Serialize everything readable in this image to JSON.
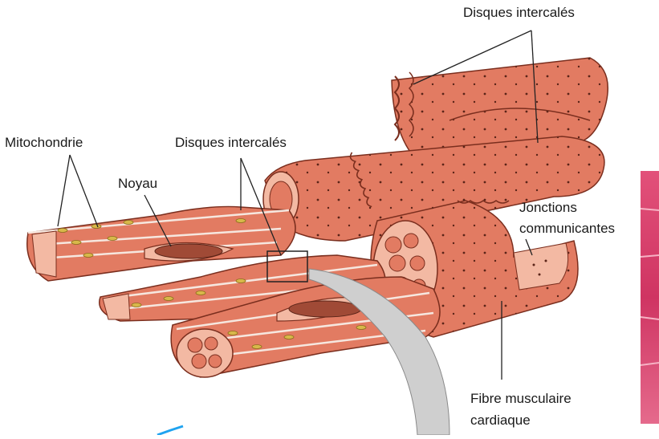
{
  "labels": {
    "disques_top": "Disques intercalés",
    "mitochondrie": "Mitochondrie",
    "disques_mid": "Disques intercalés",
    "noyau": "Noyau",
    "jonctions_line1": "Jonctions",
    "jonctions_line2": "communicantes",
    "fibre_line1": "Fibre musculaire",
    "fibre_line2": "cardiaque"
  },
  "colors": {
    "muscle": "#e27b62",
    "muscle_dark": "#b8523c",
    "muscle_light": "#f3b9a3",
    "nucleus": "#a04a36",
    "mitochondria": "#d8b84a",
    "tissue_strip": "#d93f6a",
    "callout_gray": "#cfcfcf",
    "pen_mark": "#1fa3f0"
  }
}
